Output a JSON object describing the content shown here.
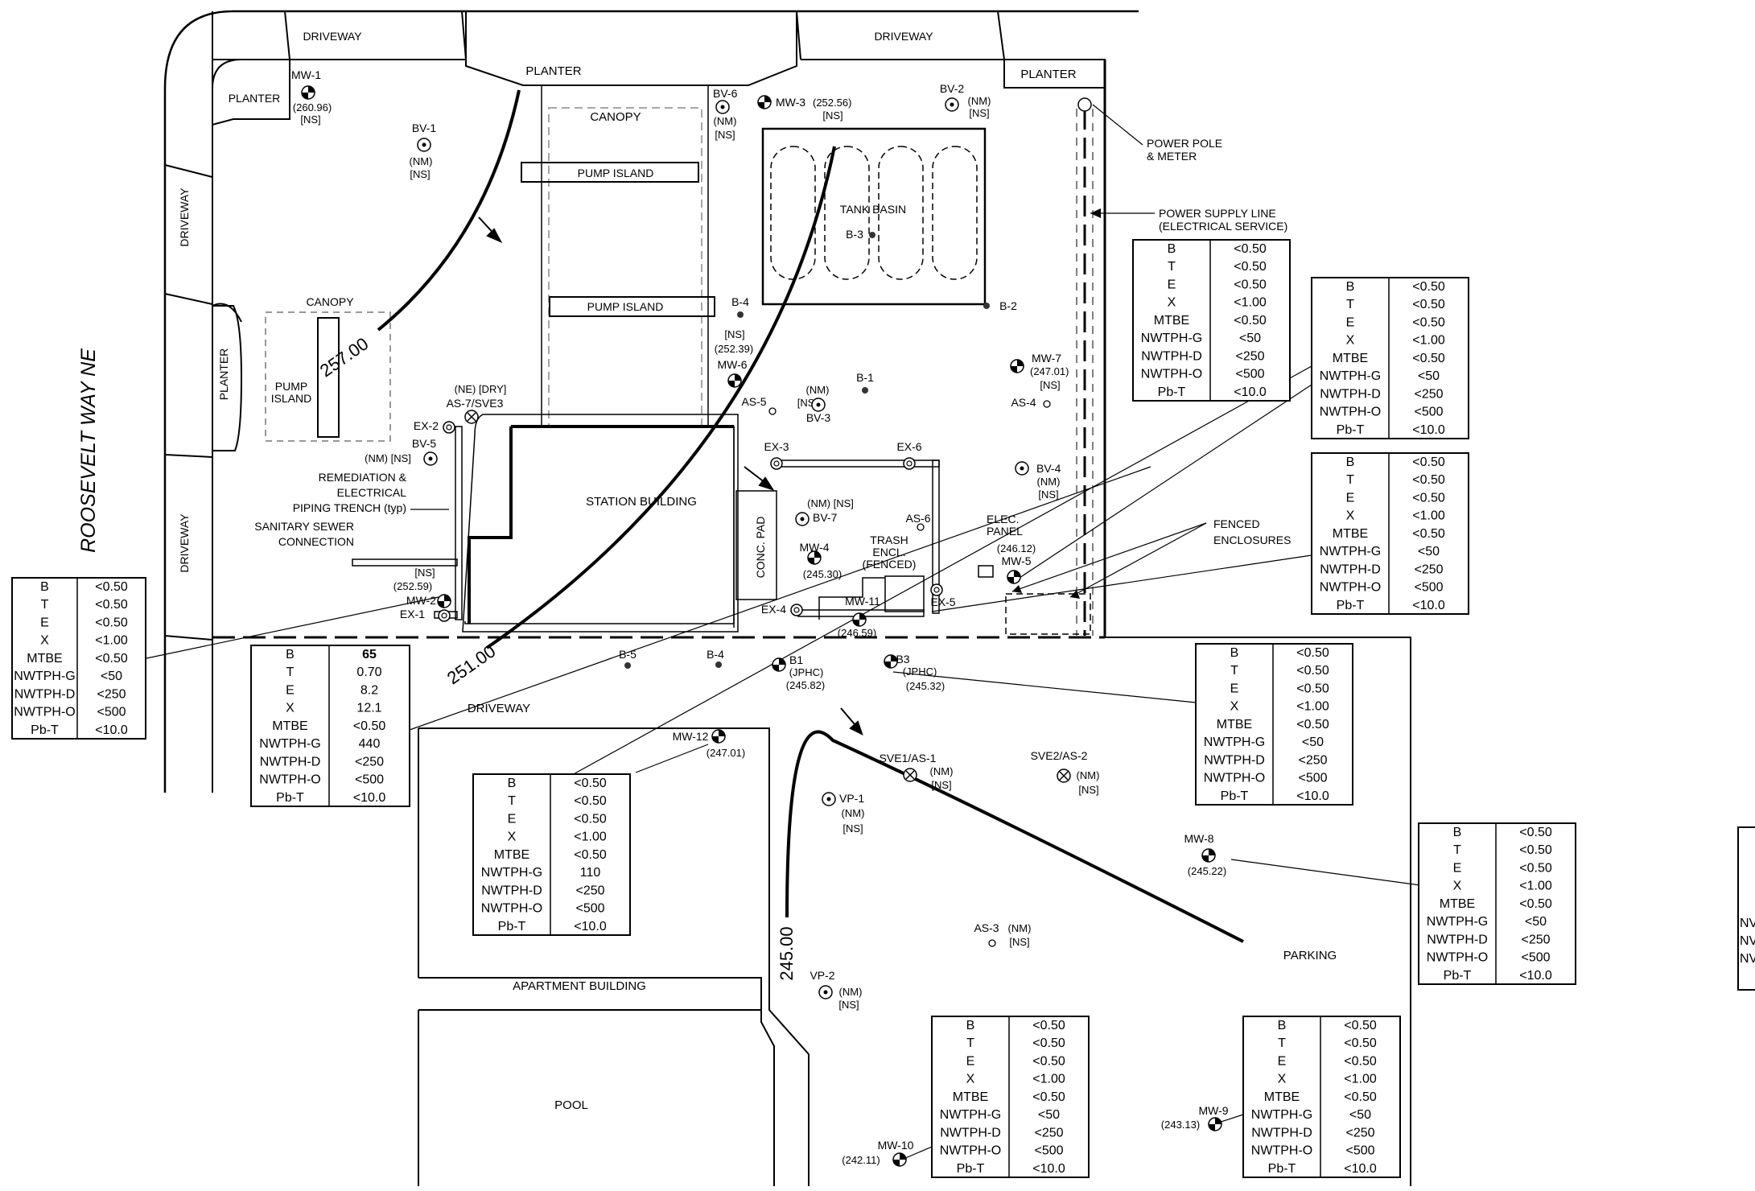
{
  "street": {
    "name": "ROOSEVELT WAY NE"
  },
  "contour_labels": [
    "257.00",
    "251.00",
    "245.00"
  ],
  "area_labels": {
    "driveway_top_left": "DRIVEWAY",
    "driveway_top_right": "DRIVEWAY",
    "driveway_left_upper": "DRIVEWAY",
    "driveway_left_lower": "DRIVEWAY",
    "driveway_south": "DRIVEWAY",
    "planter_top": "PLANTER",
    "planter_top_left": "PLANTER",
    "planter_top_right": "PLANTER",
    "planter_left": "PLANTER",
    "canopy_main": "CANOPY",
    "canopy_left": "CANOPY",
    "pump_island_1": "PUMP ISLAND",
    "pump_island_2": "PUMP ISLAND",
    "pump_island_left": "PUMP ISLAND",
    "tank_basin": "TANK BASIN",
    "station_building": "STATION BUILDING",
    "conc_pad": "CONC. PAD",
    "apartment_building": "APARTMENT BUILDING",
    "pool": "POOL",
    "parking": "PARKING",
    "power_pole": "POWER POLE & METER",
    "power_supply": "POWER SUPPLY LINE (ELECTRICAL SERVICE)",
    "fenced_enclosures": "FENCED ENCLOSURES",
    "remediation_trench": "REMEDIATION & ELECTRICAL PIPING TRENCH (typ)",
    "sanitary_sewer": "SANITARY SEWER CONNECTION",
    "elec_panel": "ELEC. PANEL",
    "trash_encl": "TRASH ENCL. (FENCED)"
  },
  "wells": [
    {
      "id": "MW-1",
      "type": "mw",
      "notes": [
        "(260.96)",
        "[NS]"
      ]
    },
    {
      "id": "MW-2",
      "type": "mw",
      "notes": [
        "[NS]",
        "(252.59)"
      ]
    },
    {
      "id": "MW-3",
      "type": "mw",
      "notes": [
        "(252.56)",
        "[NS]"
      ]
    },
    {
      "id": "MW-4",
      "type": "mw",
      "notes": [
        "(245.30)"
      ]
    },
    {
      "id": "MW-5",
      "type": "mw",
      "notes": [
        "(246.12)"
      ]
    },
    {
      "id": "MW-6",
      "type": "mw",
      "notes": [
        "[NS]",
        "(252.39)"
      ]
    },
    {
      "id": "MW-7",
      "type": "mw",
      "notes": [
        "(247.01)",
        "[NS]"
      ]
    },
    {
      "id": "MW-8",
      "type": "mw",
      "notes": [
        "(245.22)"
      ]
    },
    {
      "id": "MW-9",
      "type": "mw",
      "notes": [
        "(243.13)"
      ]
    },
    {
      "id": "MW-10",
      "type": "mw",
      "notes": [
        "(242.11)"
      ]
    },
    {
      "id": "MW-11",
      "type": "mw",
      "notes": [
        "(246.59)"
      ]
    },
    {
      "id": "MW-12",
      "type": "mw",
      "notes": [
        "(247.01)"
      ]
    },
    {
      "id": "BV-1",
      "type": "bv",
      "notes": [
        "(NM)",
        "[NS]"
      ]
    },
    {
      "id": "BV-2",
      "type": "bv",
      "notes": [
        "(NM)",
        "[NS]"
      ]
    },
    {
      "id": "BV-3",
      "type": "bv",
      "notes": [
        "(NM)",
        "[NS]"
      ]
    },
    {
      "id": "BV-4",
      "type": "bv",
      "notes": [
        "(NM)",
        "[NS]"
      ]
    },
    {
      "id": "BV-5",
      "type": "bv",
      "notes": [
        "(NM) [NS]"
      ]
    },
    {
      "id": "BV-6",
      "type": "bv",
      "notes": [
        "(NM)",
        "[NS]"
      ]
    },
    {
      "id": "BV-7",
      "type": "bv",
      "notes": [
        "(NM) [NS]"
      ]
    },
    {
      "id": "VP-1",
      "type": "bv",
      "notes": [
        "(NM)",
        "[NS]"
      ]
    },
    {
      "id": "VP-2",
      "type": "bv",
      "notes": [
        "(NM)",
        "[NS]"
      ]
    },
    {
      "id": "EX-1",
      "type": "ex",
      "notes": []
    },
    {
      "id": "EX-2",
      "type": "ex",
      "notes": []
    },
    {
      "id": "EX-3",
      "type": "ex",
      "notes": []
    },
    {
      "id": "EX-4",
      "type": "ex",
      "notes": []
    },
    {
      "id": "EX-5",
      "type": "ex",
      "notes": []
    },
    {
      "id": "EX-6",
      "type": "ex",
      "notes": []
    },
    {
      "id": "AS-7/SVE3",
      "type": "sve",
      "notes": [
        "(NE) [DRY]"
      ]
    },
    {
      "id": "SVE1/AS-1",
      "type": "sve",
      "notes": [
        "(NM)",
        "[NS]"
      ]
    },
    {
      "id": "SVE2/AS-2",
      "type": "sve",
      "notes": [
        "(NM)",
        "[NS]"
      ]
    },
    {
      "id": "AS-3",
      "type": "as",
      "notes": [
        "(NM)",
        "[NS]"
      ]
    },
    {
      "id": "AS-4",
      "type": "as",
      "notes": []
    },
    {
      "id": "AS-5",
      "type": "as",
      "notes": []
    },
    {
      "id": "AS-6",
      "type": "as",
      "notes": []
    },
    {
      "id": "B-1",
      "type": "b",
      "notes": []
    },
    {
      "id": "B-2",
      "type": "b",
      "notes": []
    },
    {
      "id": "B-3",
      "type": "b",
      "notes": []
    },
    {
      "id": "B-4",
      "type": "b",
      "notes": []
    },
    {
      "id": "B-4",
      "type": "b",
      "notes": []
    },
    {
      "id": "B-5",
      "type": "b",
      "notes": []
    },
    {
      "id": "B1",
      "type": "mw",
      "notes": [
        "(JPHC)",
        "(245.82)"
      ]
    },
    {
      "id": "B3",
      "type": "mw",
      "notes": [
        "(JPHC)",
        "(245.32)"
      ]
    }
  ],
  "analyte_labels": [
    "B",
    "T",
    "E",
    "X",
    "MTBE",
    "NWTPH-G",
    "NWTPH-D",
    "NWTPH-O",
    "Pb-T"
  ],
  "tables": [
    {
      "well": "MW-2",
      "values": [
        "<0.50",
        "<0.50",
        "<0.50",
        "<1.00",
        "<0.50",
        "<50",
        "<250",
        "<500",
        "<10.0"
      ]
    },
    {
      "well": "MW-4",
      "values": [
        "65",
        "0.70",
        "8.2",
        "12.1",
        "<0.50",
        "440",
        "<250",
        "<500",
        "<10.0"
      ],
      "bold_first": true
    },
    {
      "well": "MW-12",
      "values": [
        "<0.50",
        "<0.50",
        "<0.50",
        "<1.00",
        "<0.50",
        "110",
        "<250",
        "<500",
        "<10.0"
      ]
    },
    {
      "well": "MW-7",
      "values": [
        "<0.50",
        "<0.50",
        "<0.50",
        "<1.00",
        "<0.50",
        "<50",
        "<250",
        "<500",
        "<10.0"
      ]
    },
    {
      "well": "MW-5a",
      "values": [
        "<0.50",
        "<0.50",
        "<0.50",
        "<1.00",
        "<0.50",
        "<50",
        "<250",
        "<500",
        "<10.0"
      ]
    },
    {
      "well": "MW-5b",
      "values": [
        "<0.50",
        "<0.50",
        "<0.50",
        "<1.00",
        "<0.50",
        "<50",
        "<250",
        "<500",
        "<10.0"
      ]
    },
    {
      "well": "MW-11",
      "values": [
        "<0.50",
        "<0.50",
        "<0.50",
        "<1.00",
        "<0.50",
        "<50",
        "<250",
        "<500",
        "<10.0"
      ]
    },
    {
      "well": "MW-8",
      "values": [
        "<0.50",
        "<0.50",
        "<0.50",
        "<1.00",
        "<0.50",
        "<50",
        "<250",
        "<500",
        "<10.0"
      ]
    },
    {
      "well": "MW-10",
      "values": [
        "<0.50",
        "<0.50",
        "<0.50",
        "<1.00",
        "<0.50",
        "<50",
        "<250",
        "<500",
        "<10.0"
      ]
    },
    {
      "well": "MW-9",
      "values": [
        "<0.50",
        "<0.50",
        "<0.50",
        "<1.00",
        "<0.50",
        "<50",
        "<250",
        "<500",
        "<10.0"
      ]
    }
  ],
  "partial_table_labels": [
    "NV",
    "NV",
    "NV"
  ]
}
